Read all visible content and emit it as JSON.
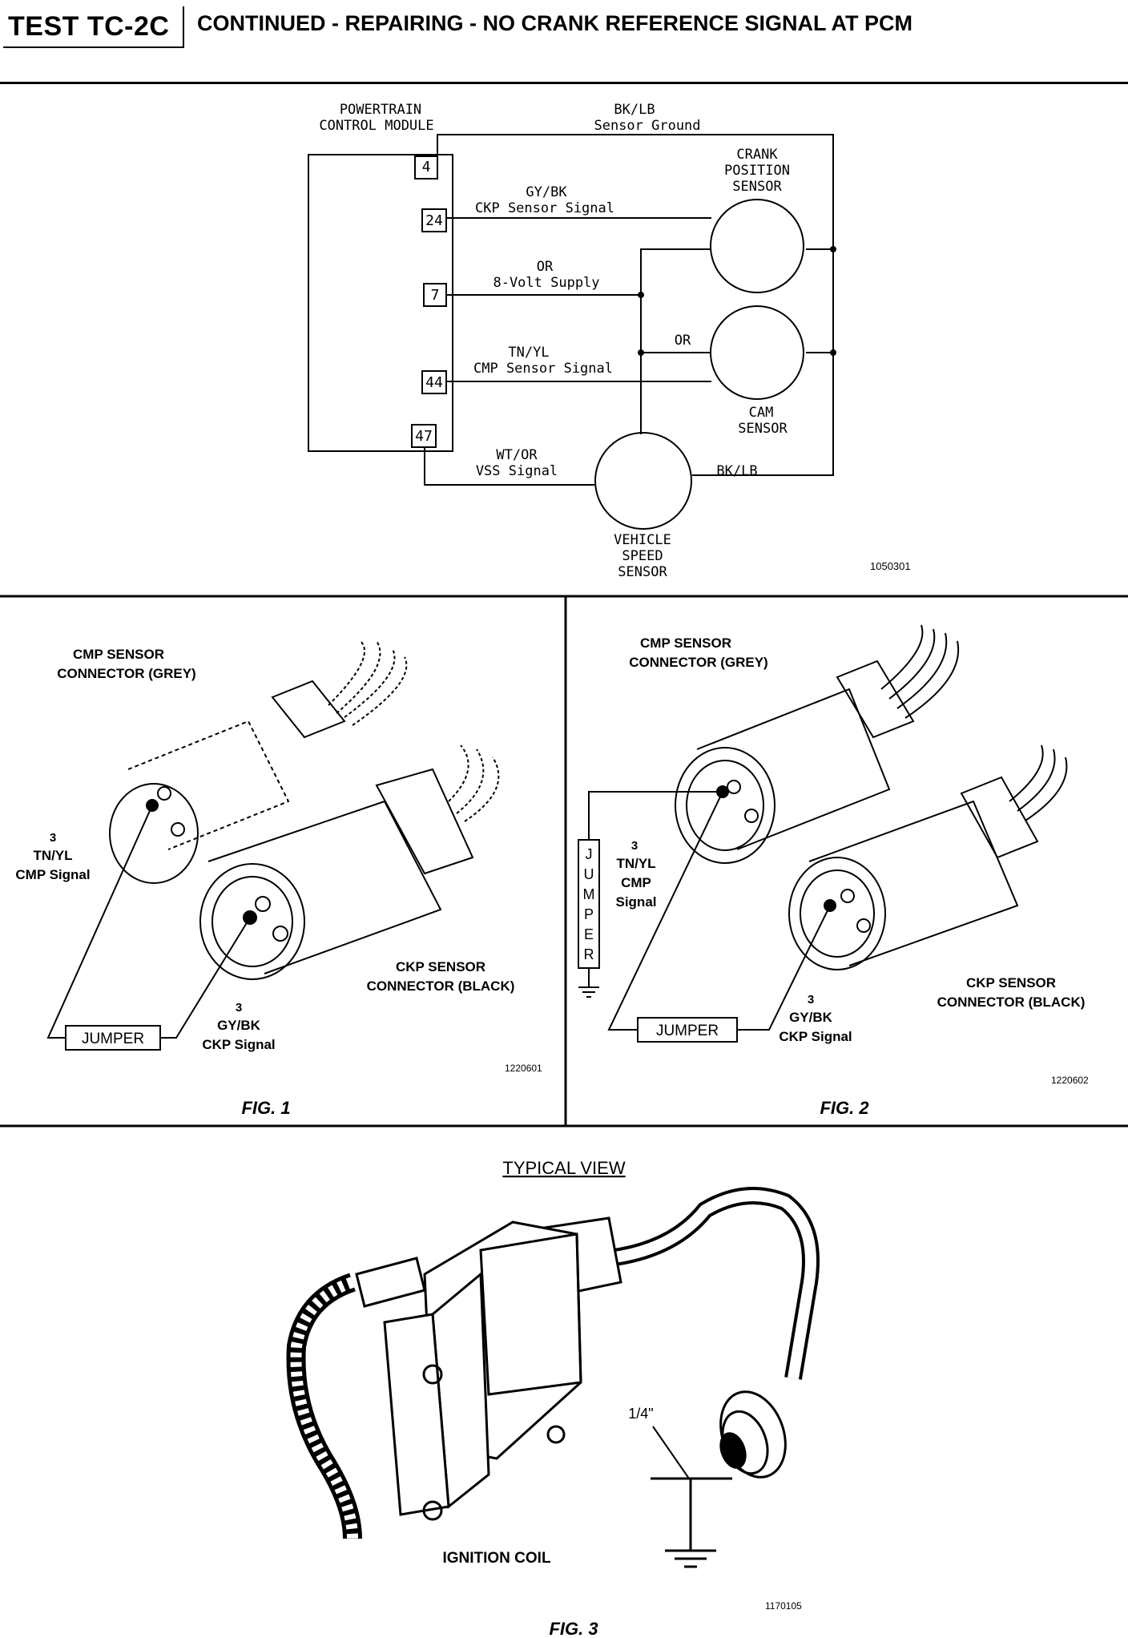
{
  "header": {
    "test_id": "TEST TC-2C",
    "title": "CONTINUED - REPAIRING - NO CRANK REFERENCE SIGNAL AT PCM"
  },
  "schematic": {
    "pcm_label_line1": "POWERTRAIN",
    "pcm_label_line2": "CONTROL MODULE",
    "pins": [
      "4",
      "24",
      "7",
      "44",
      "47"
    ],
    "wire_ground_color": "BK/LB",
    "wire_ground_name": "Sensor Ground",
    "wire_ckp_color": "GY/BK",
    "wire_ckp_name": "CKP Sensor Signal",
    "wire_supply_color": "OR",
    "wire_supply_name": "8-Volt Supply",
    "wire_cmp_color": "TN/YL",
    "wire_cmp_name": "CMP Sensor Signal",
    "wire_or_short": "OR",
    "wire_vss_color": "WT/OR",
    "wire_vss_name": "VSS Signal",
    "wire_vss_ground": "BK/LB",
    "crank_line1": "CRANK",
    "crank_line2": "POSITION",
    "crank_line3": "SENSOR",
    "cam_line1": "CAM",
    "cam_line2": "SENSOR",
    "vss_line1": "VEHICLE",
    "vss_line2": "SPEED",
    "vss_line3": "SENSOR",
    "ref_number": "1050301"
  },
  "fig1": {
    "cmp_line1": "CMP SENSOR",
    "cmp_line2": "CONNECTOR (GREY)",
    "pin_num": "3",
    "cmp_color": "TN/YL",
    "cmp_signal": "CMP Signal",
    "ckp_line1": "CKP SENSOR",
    "ckp_line2": "CONNECTOR (BLACK)",
    "ckp_pin": "3",
    "ckp_color": "GY/BK",
    "ckp_signal": "CKP Signal",
    "jumper": "JUMPER",
    "ref_number": "1220601",
    "caption": "FIG. 1"
  },
  "fig2": {
    "cmp_line1": "CMP SENSOR",
    "cmp_line2": "CONNECTOR (GREY)",
    "pin_num": "3",
    "cmp_color": "TN/YL",
    "cmp_line_a": "CMP",
    "cmp_line_b": "Signal",
    "jumper_vertical": [
      "J",
      "U",
      "M",
      "P",
      "E",
      "R"
    ],
    "ckp_line1": "CKP SENSOR",
    "ckp_line2": "CONNECTOR (BLACK)",
    "ckp_pin": "3",
    "ckp_color": "GY/BK",
    "ckp_signal": "CKP Signal",
    "jumper": "JUMPER",
    "ref_number": "1220602",
    "caption": "FIG. 2"
  },
  "fig3": {
    "typical_view": "TYPICAL VIEW",
    "gap": "1/4\"",
    "coil_label": "IGNITION COIL",
    "ref_number": "1170105",
    "caption": "FIG. 3"
  }
}
